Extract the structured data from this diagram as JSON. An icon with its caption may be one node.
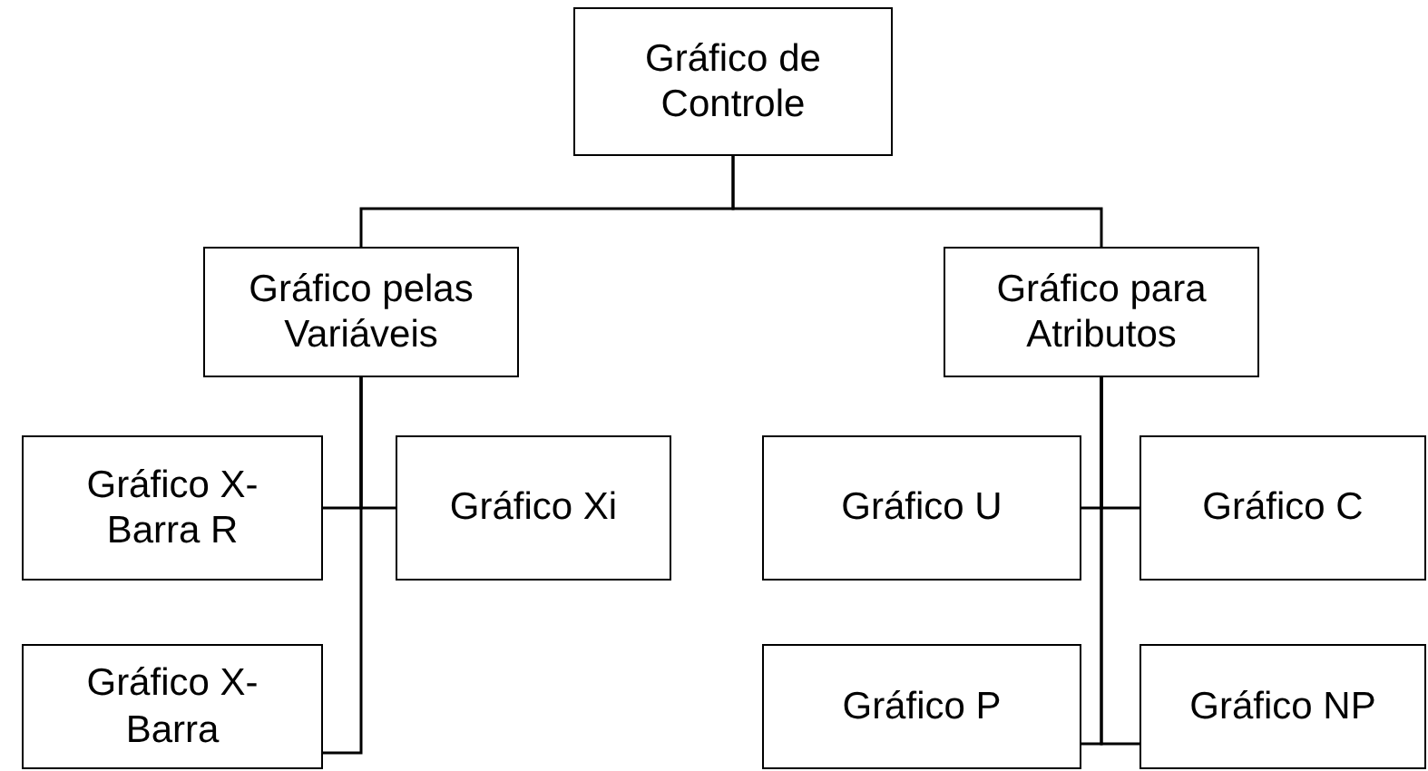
{
  "diagram": {
    "nodes": [
      {
        "text": [
          "Gráfico de Controle"
        ]
      },
      {
        "text": [
          "Gráfico pelas Variáveis"
        ]
      },
      {
        "text": [
          "Gráfico para Atributos"
        ]
      },
      {
        "text": [
          "Gráfico X-Barra R"
        ]
      },
      {
        "text": [
          "Gráfico Xi"
        ]
      },
      {
        "text": [
          "Gráfico X-Barra"
        ]
      },
      {
        "text": [
          "Gráfico U"
        ]
      },
      {
        "text": [
          "Gráfico C"
        ]
      },
      {
        "text": [
          "Gráfico P"
        ]
      },
      {
        "text": [
          "Gráfico NP"
        ]
      }
    ],
    "edges": [
      {
        "from": 0,
        "to": 1,
        "arrow": "none"
      },
      {
        "from": 0,
        "to": 2,
        "arrow": "none"
      },
      {
        "from": 1,
        "to": 3,
        "arrow": "none"
      },
      {
        "from": 1,
        "to": 4,
        "arrow": "none"
      },
      {
        "from": 1,
        "to": 5,
        "arrow": "none"
      },
      {
        "from": 2,
        "to": 6,
        "arrow": "none"
      },
      {
        "from": 2,
        "to": 7,
        "arrow": "none"
      },
      {
        "from": 2,
        "to": 8,
        "arrow": "none"
      },
      {
        "from": 2,
        "to": 9,
        "arrow": "none"
      }
    ]
  }
}
